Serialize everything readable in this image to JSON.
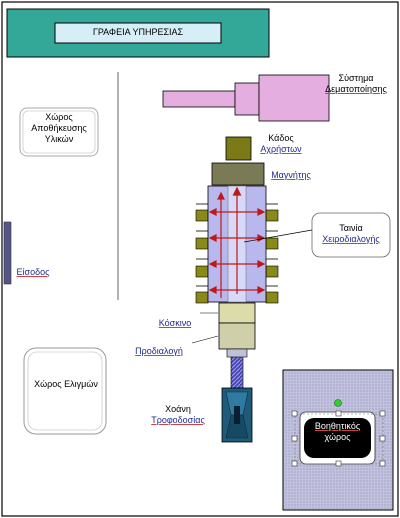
{
  "header": {
    "title": "ΓΡΑΦΕΙΑ ΥΠΗΡΕΣΙΑΣ"
  },
  "labels": {
    "storage": "Χώρος Αποθήκευσης Υλικών",
    "entrance": "Είσοδος",
    "maneuver": "Χώρος Ελιγμών",
    "baling_line1": "Σύστημα",
    "baling_line2": "Δεματοποίησης",
    "waste_line1": "Κάδος",
    "waste_line2": "Αχρήστων",
    "magnet": "Μαγνήτης",
    "sorting_line1": "Ταινία",
    "sorting_line2": "Χειροδιαλογής",
    "sieve": "Κόσκινο",
    "presort": "Προδιαλογή",
    "hopper_line1": "Χοάνη",
    "hopper_line2": "Τροφοδοσίας",
    "aux_line1": "Βοηθητικός",
    "aux_line2": "χώρος"
  },
  "colors": {
    "header_fill": "#33a899",
    "header_inner": "#d6eef7",
    "baling": "#e4aee0",
    "waste_bin": "#7a7a18",
    "magnet": "#7a7a55",
    "belt": "#b8b8ee",
    "sieve": "#dcdcaa",
    "presort": "#c0c0d8",
    "hopper": "#1e5b7a",
    "aux_area": "#c8c8e0",
    "arrows": "#c01818",
    "link_text": "#1f2a8c"
  }
}
